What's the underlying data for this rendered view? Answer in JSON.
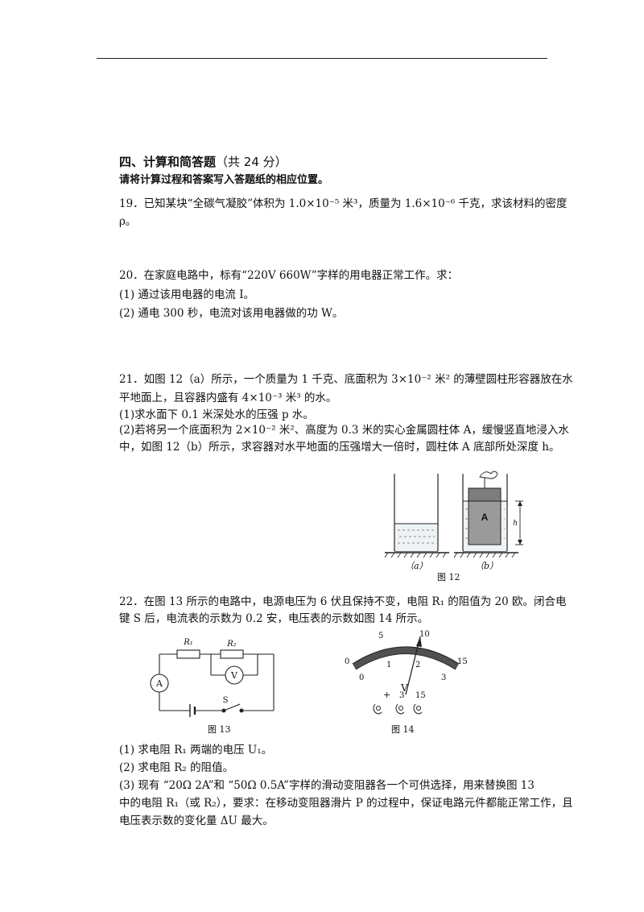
{
  "header": {
    "section_title": "四、计算和简答题",
    "section_points": "（共 24 分）",
    "instruction": "请将计算过程和答案写入答题纸的相应位置。"
  },
  "q19": {
    "line1": "19．已知某块“全碳气凝胶”体积为 1.0×10⁻⁵ 米³，质量为 1.6×10⁻⁶ 千克，求该材料的密度",
    "line2": "ρ。"
  },
  "q20": {
    "stem": "20．在家庭电路中，标有“220V  660W”字样的用电器正常工作。求：",
    "part1": "(1) 通过该用电器的电流 I。",
    "part2": "(2) 通电 300 秒，电流对该用电器做的功 W。"
  },
  "q21": {
    "line1": "21．如图 12（a）所示，一个质量为 1 千克、底面积为 3×10⁻² 米² 的薄壁圆柱形容器放在水",
    "line2": "平地面上，且容器内盛有 4×10⁻³ 米³ 的水。",
    "part1": "(1)求水面下 0.1 米深处水的压强 p 水。",
    "part2_line1": "(2)若将另一个底面积为 2×10⁻² 米²、高度为 0.3 米的实心金属圆柱体 A，缓慢竖直地浸入水",
    "part2_line2": "中，如图 12（b）所示，求容器对水平地面的压强增大一倍时，圆柱体 A 底部所处深度 h。"
  },
  "fig12": {
    "label_a": "（a）",
    "label_b": "（b）",
    "caption": "图 12",
    "cylinder_label": "A",
    "h_label": "h"
  },
  "q22": {
    "line1": "22．在图 13 所示的电路中，电源电压为 6 伏且保持不变，电阻 R₁ 的阻值为 20 欧。闭合电",
    "line2": "键 S 后，电流表的示数为 0.2 安，电压表的示数如图 14 所示。",
    "part1": "(1) 求电阻 R₁ 两端的电压 U₁。",
    "part2": "(2) 求电阻 R₂ 的阻值。",
    "part3_line1": "(3) 现有 “20Ω  2A”和 “50Ω  0.5A”字样的滑动变阻器各一个可供选择，用来替换图 13",
    "part3_line2": "中的电阻 R₁（或 R₂），要求：在移动变阻器滑片 P 的过程中，保证电路元件都能正常工作，且",
    "part3_line3": "电压表示数的变化量 ΔU 最大。"
  },
  "fig13": {
    "r1": "R₁",
    "r2": "R₂",
    "ammeter": "A",
    "voltmeter": "V",
    "switch": "S",
    "caption": "图 13"
  },
  "fig14": {
    "outer_ticks": [
      "0",
      "5",
      "10",
      "15"
    ],
    "inner_ticks": [
      "0",
      "1",
      "2",
      "3"
    ],
    "unit": "V",
    "terminals": [
      "+",
      "3",
      "15"
    ],
    "caption": "图 14"
  }
}
